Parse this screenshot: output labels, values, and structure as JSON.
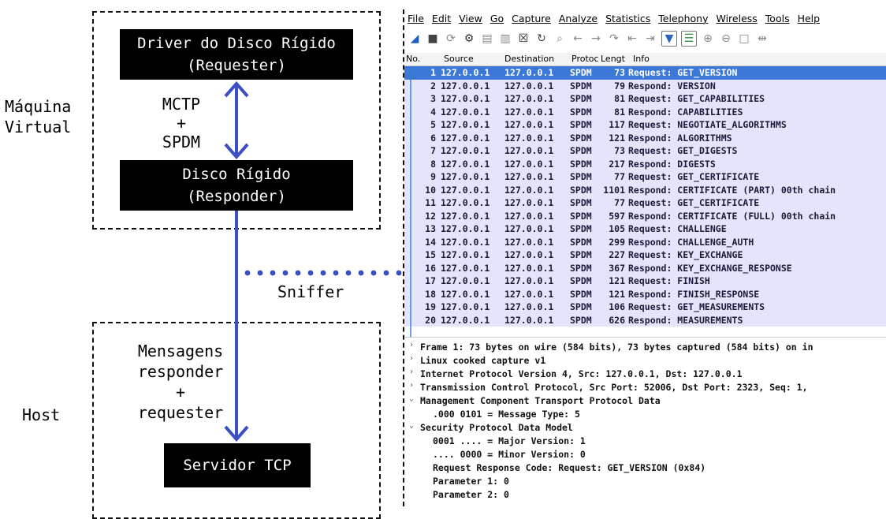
{
  "diagram": {
    "vm_label": "Máquina\nVirtual",
    "host_label": "Host",
    "driver_box": "Driver do Disco Rígido\n(Requester)",
    "disk_box": "Disco Rígido\n(Responder)",
    "server_box": "Servidor TCP",
    "protocol_label": "MCTP\n+\nSPDM",
    "sniffer_label": "Sniffer",
    "messages_label": "Mensagens\nresponder\n+\nrequester",
    "colors": {
      "arrow": "#3a4fc4",
      "box": "#000000",
      "dashed": "#111111"
    }
  },
  "wireshark": {
    "menu": [
      "File",
      "Edit",
      "View",
      "Go",
      "Capture",
      "Analyze",
      "Statistics",
      "Telephony",
      "Wireless",
      "Tools",
      "Help"
    ],
    "toolbar_icons": [
      "shark-fin-icon",
      "stop-icon",
      "restart-icon",
      "options-gear-icon",
      "open-file-icon",
      "save-file-icon",
      "close-file-icon",
      "reload-icon",
      "find-icon",
      "back-icon",
      "forward-icon",
      "goto-icon",
      "first-icon",
      "last-icon",
      "autoscroll-icon",
      "colorize-icon",
      "zoom-in-icon",
      "zoom-out-icon",
      "normal-size-icon",
      "resize-columns-icon"
    ],
    "columns": [
      "No.",
      "Source",
      "Destination",
      "Protoc",
      "Lengt",
      "Info"
    ],
    "packets": [
      {
        "no": "1",
        "src": "127.0.0.1",
        "dst": "127.0.0.1",
        "proto": "SPDM",
        "len": "73",
        "info": "Request: GET_VERSION"
      },
      {
        "no": "2",
        "src": "127.0.0.1",
        "dst": "127.0.0.1",
        "proto": "SPDM",
        "len": "79",
        "info": "Respond: VERSION"
      },
      {
        "no": "3",
        "src": "127.0.0.1",
        "dst": "127.0.0.1",
        "proto": "SPDM",
        "len": "81",
        "info": "Request: GET_CAPABILITIES"
      },
      {
        "no": "4",
        "src": "127.0.0.1",
        "dst": "127.0.0.1",
        "proto": "SPDM",
        "len": "81",
        "info": "Respond: CAPABILITIES"
      },
      {
        "no": "5",
        "src": "127.0.0.1",
        "dst": "127.0.0.1",
        "proto": "SPDM",
        "len": "117",
        "info": "Request: NEGOTIATE_ALGORITHMS"
      },
      {
        "no": "6",
        "src": "127.0.0.1",
        "dst": "127.0.0.1",
        "proto": "SPDM",
        "len": "121",
        "info": "Respond: ALGORITHMS"
      },
      {
        "no": "7",
        "src": "127.0.0.1",
        "dst": "127.0.0.1",
        "proto": "SPDM",
        "len": "73",
        "info": "Request: GET_DIGESTS"
      },
      {
        "no": "8",
        "src": "127.0.0.1",
        "dst": "127.0.0.1",
        "proto": "SPDM",
        "len": "217",
        "info": "Respond: DIGESTS"
      },
      {
        "no": "9",
        "src": "127.0.0.1",
        "dst": "127.0.0.1",
        "proto": "SPDM",
        "len": "77",
        "info": "Request: GET_CERTIFICATE"
      },
      {
        "no": "10",
        "src": "127.0.0.1",
        "dst": "127.0.0.1",
        "proto": "SPDM",
        "len": "1101",
        "info": "Respond: CERTIFICATE (PART) 00th chain"
      },
      {
        "no": "11",
        "src": "127.0.0.1",
        "dst": "127.0.0.1",
        "proto": "SPDM",
        "len": "77",
        "info": "Request: GET_CERTIFICATE"
      },
      {
        "no": "12",
        "src": "127.0.0.1",
        "dst": "127.0.0.1",
        "proto": "SPDM",
        "len": "597",
        "info": "Respond: CERTIFICATE (FULL) 00th chain"
      },
      {
        "no": "13",
        "src": "127.0.0.1",
        "dst": "127.0.0.1",
        "proto": "SPDM",
        "len": "105",
        "info": "Request: CHALLENGE"
      },
      {
        "no": "14",
        "src": "127.0.0.1",
        "dst": "127.0.0.1",
        "proto": "SPDM",
        "len": "299",
        "info": "Respond: CHALLENGE_AUTH"
      },
      {
        "no": "15",
        "src": "127.0.0.1",
        "dst": "127.0.0.1",
        "proto": "SPDM",
        "len": "227",
        "info": "Request: KEY_EXCHANGE"
      },
      {
        "no": "16",
        "src": "127.0.0.1",
        "dst": "127.0.0.1",
        "proto": "SPDM",
        "len": "367",
        "info": "Respond: KEY_EXCHANGE_RESPONSE"
      },
      {
        "no": "17",
        "src": "127.0.0.1",
        "dst": "127.0.0.1",
        "proto": "SPDM",
        "len": "121",
        "info": "Request: FINISH"
      },
      {
        "no": "18",
        "src": "127.0.0.1",
        "dst": "127.0.0.1",
        "proto": "SPDM",
        "len": "121",
        "info": "Respond: FINISH_RESPONSE"
      },
      {
        "no": "19",
        "src": "127.0.0.1",
        "dst": "127.0.0.1",
        "proto": "SPDM",
        "len": "106",
        "info": "Request: GET_MEASUREMENTS"
      },
      {
        "no": "20",
        "src": "127.0.0.1",
        "dst": "127.0.0.1",
        "proto": "SPDM",
        "len": "626",
        "info": "Respond: MEASUREMENTS"
      }
    ],
    "details": [
      {
        "arrow": "›",
        "indent": 0,
        "text": "Frame 1: 73 bytes on wire (584 bits), 73 bytes captured (584 bits) on in"
      },
      {
        "arrow": "›",
        "indent": 0,
        "text": "Linux cooked capture v1"
      },
      {
        "arrow": "›",
        "indent": 0,
        "text": "Internet Protocol Version 4, Src: 127.0.0.1, Dst: 127.0.0.1"
      },
      {
        "arrow": "›",
        "indent": 0,
        "text": "Transmission Control Protocol, Src Port: 52006, Dst Port: 2323, Seq: 1,"
      },
      {
        "arrow": "⌄",
        "indent": 0,
        "text": "Management Component Transport Protocol Data"
      },
      {
        "arrow": "",
        "indent": 1,
        "text": ".000 0101 = Message Type: 5"
      },
      {
        "arrow": "⌄",
        "indent": 0,
        "text": "Security Protocol Data Model"
      },
      {
        "arrow": "",
        "indent": 1,
        "text": "0001 .... = Major Version: 1"
      },
      {
        "arrow": "",
        "indent": 1,
        "text": ".... 0000 = Minor Version: 0"
      },
      {
        "arrow": "",
        "indent": 1,
        "text": "Request Response Code: Request: GET_VERSION (0x84)"
      },
      {
        "arrow": "",
        "indent": 1,
        "text": "Parameter 1: 0"
      },
      {
        "arrow": "",
        "indent": 1,
        "text": "Parameter 2: 0"
      }
    ]
  }
}
